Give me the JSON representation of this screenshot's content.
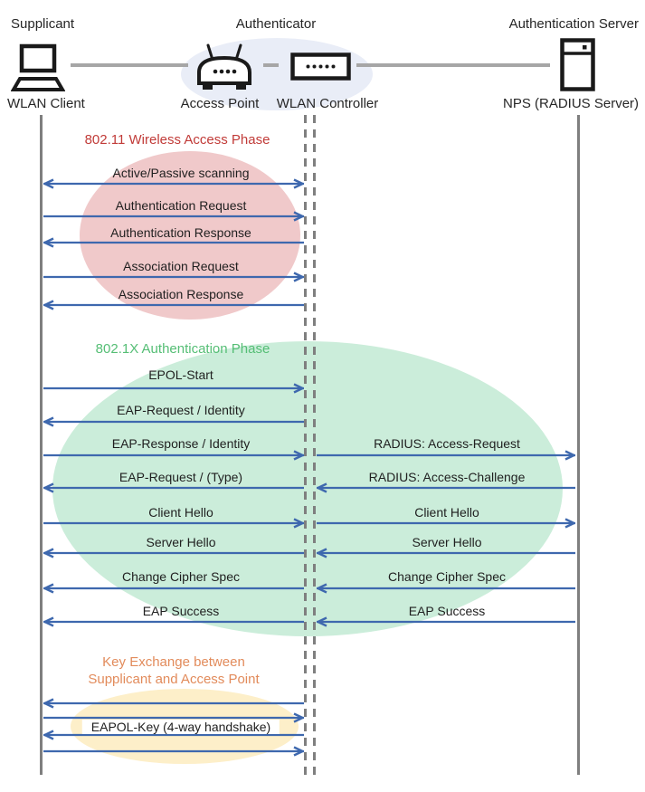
{
  "header": {
    "roles": {
      "supplicant": "Supplicant",
      "authenticator": "Authenticator",
      "auth_server": "Authentication Server"
    },
    "devices": {
      "wlan_client": "WLAN Client",
      "access_point": "Access Point",
      "wlan_controller": "WLAN Controller",
      "nps": "NPS (RADIUS Server)"
    }
  },
  "colors": {
    "arrow": "#3E68AE",
    "lifeline": "#7F7F7F",
    "connector": "#A6A6A6",
    "authenticator_ellipse": "#E9EDF7",
    "text": "#262626"
  },
  "phases": [
    {
      "name": "wireless-access",
      "title": "802.11 Wireless Access Phase",
      "title_color": "#C13B38",
      "ellipse_color": "#F0C9CA",
      "messages": [
        {
          "label": "Active/Passive scanning",
          "direction": "both",
          "lanes": [
            "client-controller"
          ]
        },
        {
          "label": "Authentication Request",
          "direction": "right",
          "lanes": [
            "client-controller"
          ]
        },
        {
          "label": "Authentication Response",
          "direction": "left",
          "lanes": [
            "client-controller"
          ]
        },
        {
          "label": "Association Request",
          "direction": "right",
          "lanes": [
            "client-controller"
          ]
        },
        {
          "label": "Association Response",
          "direction": "left",
          "lanes": [
            "client-controller"
          ]
        }
      ]
    },
    {
      "name": "8021x-authentication",
      "title": "802.1X Authentication Phase",
      "title_color": "#55BE75",
      "ellipse_color": "#CBEDDA",
      "messages": [
        {
          "label": "EPOL-Start",
          "direction": "right",
          "lanes": [
            "client-controller"
          ]
        },
        {
          "label": "EAP-Request / Identity",
          "direction": "left",
          "lanes": [
            "client-controller"
          ]
        },
        {
          "label": "EAP-Response / Identity",
          "right_label": "RADIUS: Access-Request",
          "direction": "right",
          "lanes": [
            "client-controller",
            "controller-server"
          ]
        },
        {
          "label": "EAP-Request / (Type)",
          "right_label": "RADIUS: Access-Challenge",
          "direction": "left",
          "lanes": [
            "client-controller",
            "controller-server"
          ]
        },
        {
          "label": "Client Hello",
          "right_label": "Client Hello",
          "direction": "right",
          "lanes": [
            "client-controller",
            "controller-server"
          ]
        },
        {
          "label": "Server Hello",
          "right_label": "Server Hello",
          "direction": "left",
          "lanes": [
            "client-controller",
            "controller-server"
          ]
        },
        {
          "label": "Change Cipher Spec",
          "right_label": "Change Cipher Spec",
          "direction": "left",
          "lanes": [
            "client-controller",
            "controller-server"
          ]
        },
        {
          "label": "EAP Success",
          "right_label": "EAP Success",
          "direction": "left",
          "lanes": [
            "client-controller",
            "controller-server"
          ]
        }
      ]
    },
    {
      "name": "key-exchange",
      "title": "Key Exchange between\nSupplicant and Access Point",
      "title_color": "#E28B5B",
      "ellipse_color": "#FDEFC9",
      "messages": [
        {
          "label": "",
          "direction": "left",
          "lanes": [
            "client-controller"
          ]
        },
        {
          "label": "",
          "direction": "right",
          "lanes": [
            "client-controller"
          ]
        },
        {
          "label": "EAPOL-Key (4-way handshake)",
          "direction": "left",
          "lanes": [
            "client-controller"
          ],
          "label_background": true
        },
        {
          "label": "",
          "direction": "right",
          "lanes": [
            "client-controller"
          ]
        }
      ]
    }
  ]
}
